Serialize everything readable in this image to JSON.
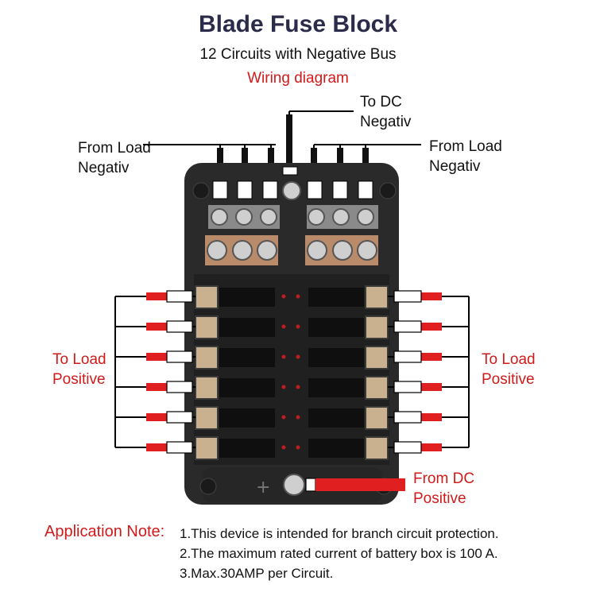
{
  "title": "Blade Fuse Block",
  "subtitle": "12 Circuits with Negative Bus",
  "diagram_label": "Wiring diagram",
  "labels": {
    "to_dc_negative": [
      "To DC",
      "Negativ"
    ],
    "from_load_negative_left": [
      "From Load",
      "Negativ"
    ],
    "from_load_negative_right": [
      "From Load",
      "Negativ"
    ],
    "to_load_positive_left": [
      "To Load",
      "Positive"
    ],
    "to_load_positive_right": [
      "To Load",
      "Positive"
    ],
    "from_dc_positive": [
      "From DC",
      "Positive"
    ]
  },
  "application_note": {
    "heading": "Application Note:",
    "items": [
      "1.This device is intended for branch circuit protection.",
      "2.The maximum rated current of battery box is 100 A.",
      "3.Max.30AMP per Circuit."
    ]
  },
  "colors": {
    "title": "#2b2b4a",
    "accent_red": "#d11a1a",
    "block_body": "#2a2a2a"
  }
}
